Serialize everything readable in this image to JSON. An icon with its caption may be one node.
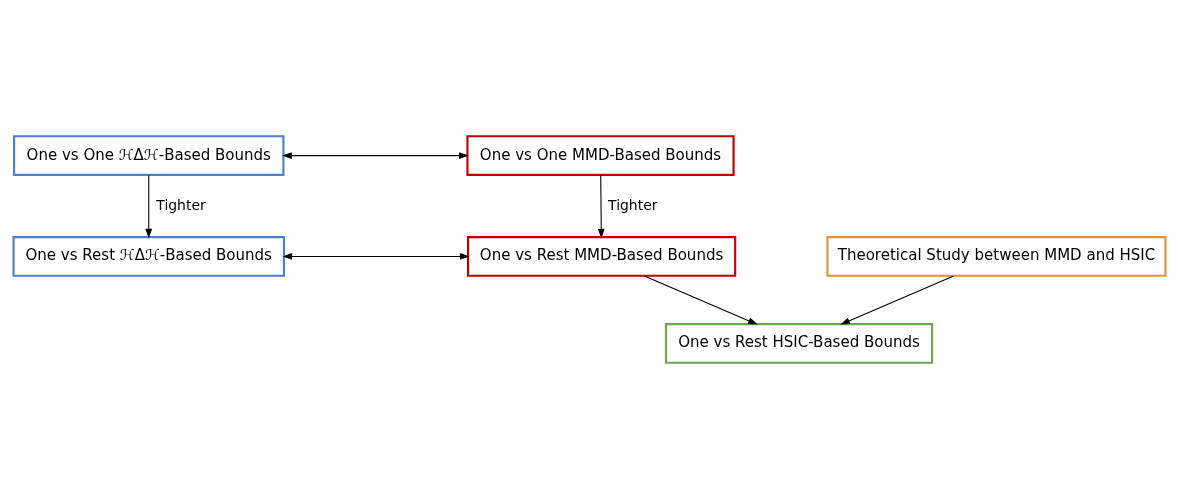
{
  "diagram": {
    "nodes": [
      {
        "text": [
          "One vs One ℋΔℋ-Based Bounds"
        ]
      },
      {
        "text": [
          "One vs One MMD-Based Bounds"
        ]
      },
      {
        "text": [
          "One vs Rest ℋΔℋ-Based Bounds"
        ]
      },
      {
        "text": [
          "One vs Rest MMD-Based Bounds"
        ]
      },
      {
        "text": [
          "Theoretical Study between MMD and HSIC"
        ]
      },
      {
        "text": [
          "One vs Rest HSIC-Based Bounds"
        ]
      }
    ],
    "edges": [
      {
        "from": 0,
        "to": 1,
        "arrow": "both"
      },
      {
        "from": 0,
        "to": 2,
        "arrow": "to",
        "label": "Tighter"
      },
      {
        "from": 1,
        "to": 3,
        "arrow": "to",
        "label": "Tighter"
      },
      {
        "from": 2,
        "to": 3,
        "arrow": "both"
      },
      {
        "from": 4,
        "to": 5,
        "arrow": "to"
      },
      {
        "from": 3,
        "to": 5,
        "arrow": "to"
      }
    ]
  }
}
